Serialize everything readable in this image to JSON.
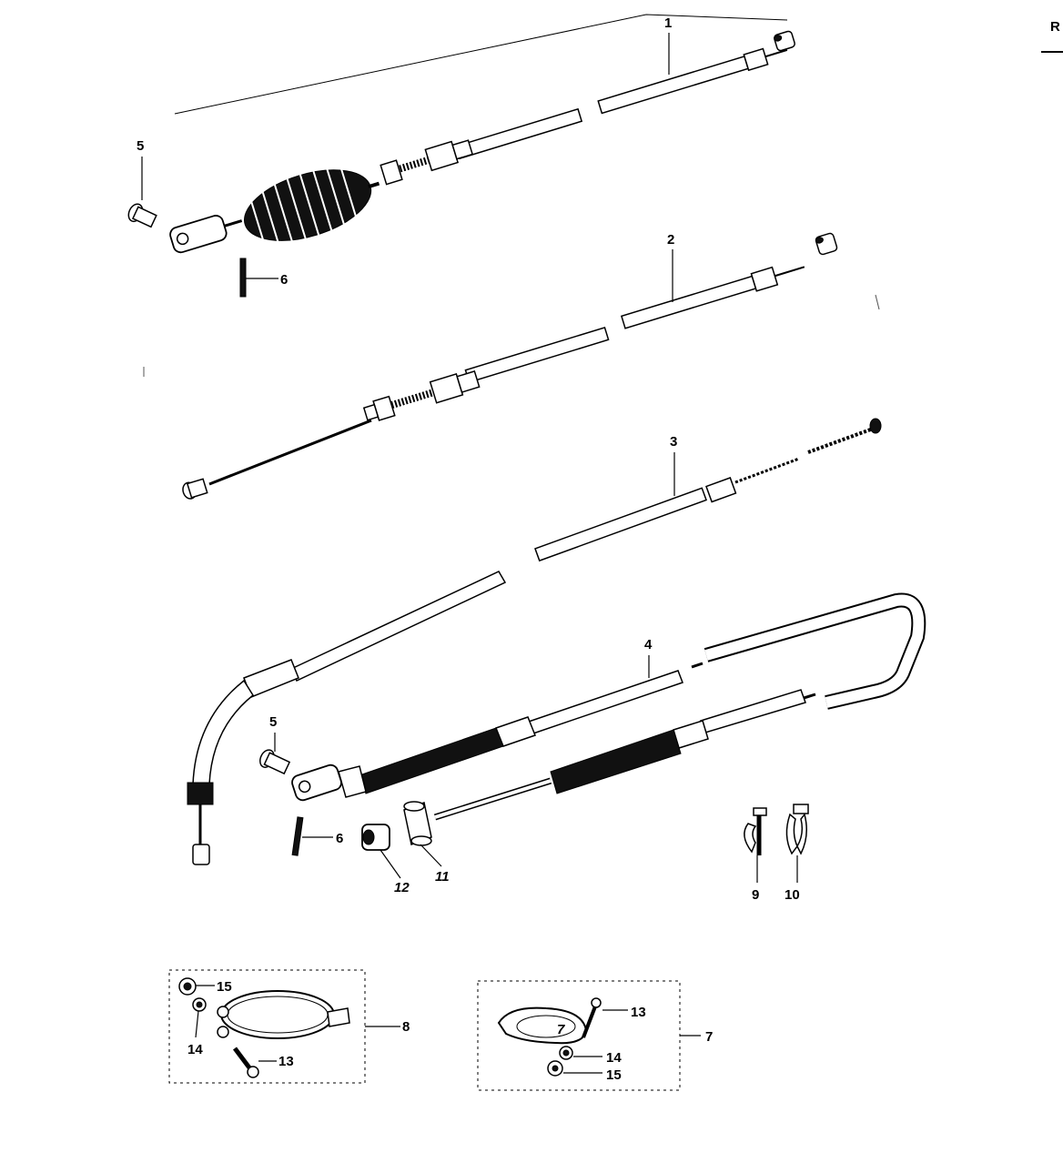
{
  "corner_mark": "R",
  "callouts": {
    "p1": "1",
    "p2": "2",
    "p3": "3",
    "p4": "4",
    "p5a": "5",
    "p5b": "5",
    "p6a": "6",
    "p6b": "6",
    "p7": "7",
    "p7_inner": "7",
    "p8": "8",
    "p9": "9",
    "p10": "10",
    "p11": "11",
    "p12": "12",
    "p13a": "13",
    "p13b": "13",
    "p14a": "14",
    "p14b": "14",
    "p15a": "15",
    "p15b": "15"
  }
}
